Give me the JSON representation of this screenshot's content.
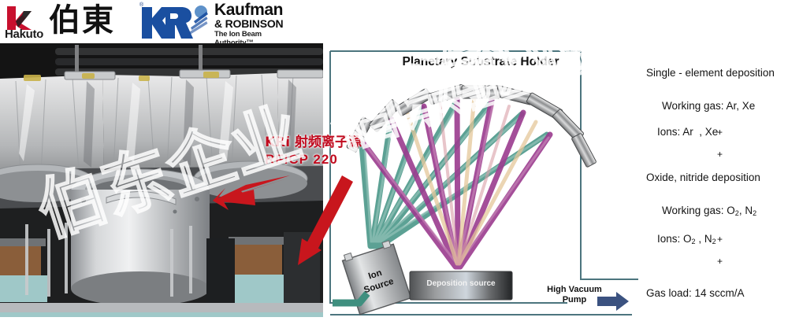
{
  "header": {
    "hakuto": {
      "word": "Hakuto",
      "cn": "伯東",
      "mark": "hakuto-h-mark",
      "color": "#c8102e"
    },
    "kri": {
      "mark": "kri-logo-mark",
      "registered": "®",
      "line1": "Kaufman",
      "line2": "& ROBINSON",
      "tagline": "The Ion Beam Authority™",
      "color": "#1a4fa0"
    }
  },
  "photo": {
    "alt_name": "vacuum-chamber-interior-photo",
    "annotation": {
      "line1": "KRi 射频离子源",
      "line2": "RFICP 220",
      "color": "#c00a1e"
    },
    "arrow_left_name": "red-arrow-to-ion-source-photo",
    "arrow_right_name": "red-arrow-to-ion-source-diagram"
  },
  "diagram": {
    "title": "Planetary Substrate Holder",
    "ion_source_label": "Ion\nSource",
    "ion_source_label_line1": "Ion",
    "ion_source_label_line2": "Source",
    "deposition_source_label": "Deposition source",
    "pump_label_line1": "High Vacuum",
    "pump_label_line2": "Pump",
    "chamber_border_color": "#46707a",
    "ion_beam_color": "#3f8f7f",
    "deposition_beam_color": "#a03090",
    "pump_arrow_color": "#3b5280",
    "substrate_segments": 9
  },
  "specs": {
    "block1": {
      "title": "Single - element deposition",
      "working_gas_label": "Working gas: Ar, Xe",
      "ions_label_prefix": "Ions: Ar",
      "ions_label_mid": ", Xe",
      "charge": "+"
    },
    "block2": {
      "title": "Oxide, nitride deposition",
      "working_gas_prefix": "Working gas: O",
      "working_gas_sub1": "2",
      "working_gas_mid": ", N",
      "working_gas_sub2": "2",
      "ions_prefix": "Ions: O",
      "ions_sub1": "2",
      "ions_mid": ", N",
      "ions_sub2": "2",
      "charge": "+"
    },
    "gas_load": "Gas load: 14 sccm/A"
  },
  "watermark": {
    "text": "伯东企业（上海）有限公司"
  }
}
